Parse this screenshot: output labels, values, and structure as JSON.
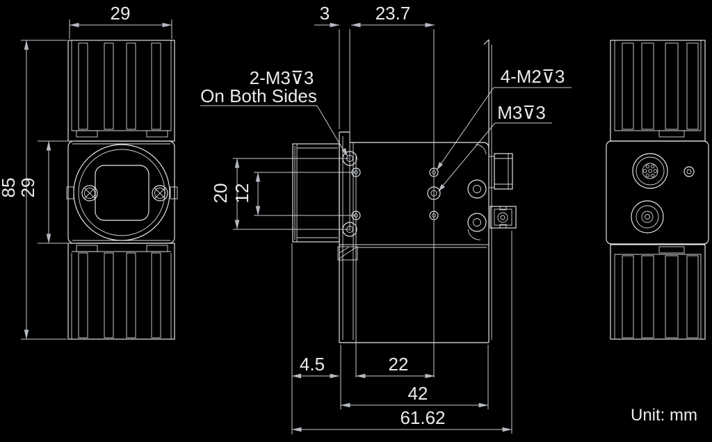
{
  "drawing": {
    "unit_note": "Unit: mm",
    "dims": {
      "front_width": "29",
      "overall_height": "85",
      "body_height": "29",
      "side_hole_offset": "3",
      "top_hole_span": "23.7",
      "side_hole_pitch": "20",
      "inner_hole_pitch": "12",
      "plate_depth": "4.5",
      "hole_pitch_depth": "22",
      "body_depth": "42",
      "overall_depth": "61.62"
    },
    "callouts": {
      "side_taps_line1": "2-M3⊽3",
      "side_taps_line2": "On Both Sides",
      "bottom_taps": "4-M2⊽3",
      "center_tap": "M3⊽3"
    }
  },
  "colors": {
    "background": "#000000",
    "line": "#e9edf0",
    "dim": "#c7ccd1",
    "arrow": "#b4bac0",
    "text": "#e8ecef"
  }
}
